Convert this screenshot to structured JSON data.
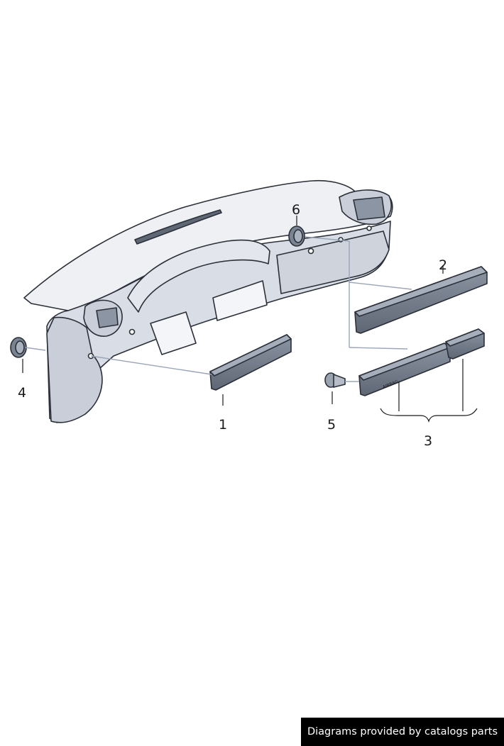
{
  "diagram": {
    "callouts": [
      {
        "id": "1",
        "label": "1"
      },
      {
        "id": "2",
        "label": "2"
      },
      {
        "id": "3",
        "label": "3"
      },
      {
        "id": "4",
        "label": "4"
      },
      {
        "id": "5",
        "label": "5"
      },
      {
        "id": "6",
        "label": "6"
      }
    ],
    "airbag_text": "AIRBAG"
  },
  "footer": {
    "credit": "Diagrams provided by catalogs parts"
  },
  "colors": {
    "outline": "#2a2f38",
    "panel_fill": "#e6e9ef",
    "panel_shadow": "#c4c9d3",
    "trim_fill": "#7a8391",
    "trim_dark": "#4e5663",
    "leader": "#9aa6b8"
  }
}
